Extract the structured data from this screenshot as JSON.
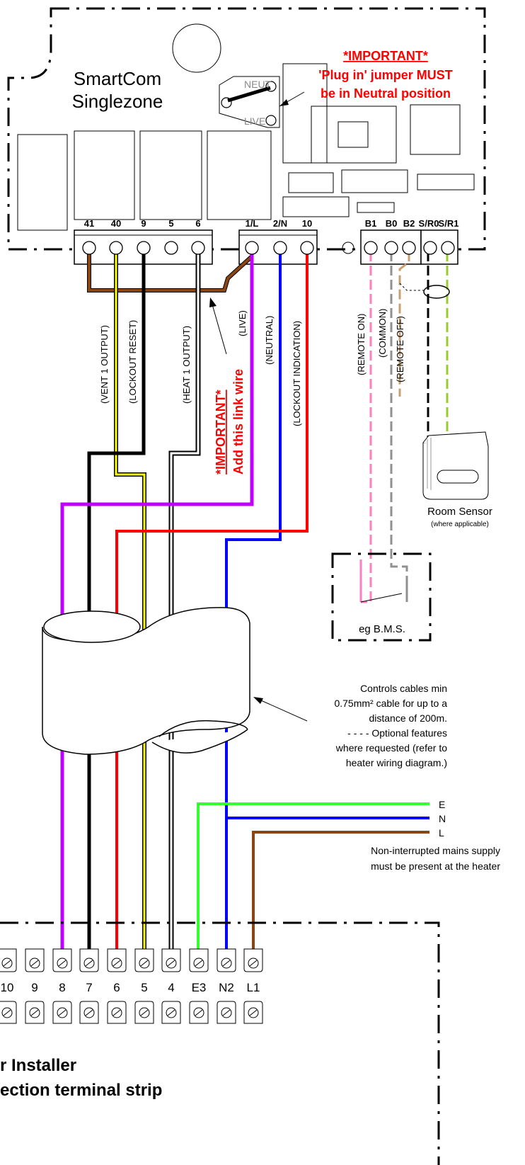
{
  "controller": {
    "name_line1": "SmartCom",
    "name_line2": "Singlezone",
    "jumper_neut": "NEUT",
    "jumper_live": "LIVE",
    "important_title": "*IMPORTANT*",
    "important_line1": "'Plug in' jumper MUST",
    "important_line2": "be in Neutral position",
    "terminals_left": [
      "41",
      "40",
      "9",
      "5",
      "6"
    ],
    "terminals_mid": [
      "1/L",
      "2/N",
      "10"
    ],
    "terminals_right": [
      "B1",
      "B0",
      "B2",
      "S/R0",
      "S/R1"
    ]
  },
  "wire_labels": {
    "vent1": "(VENT 1 OUTPUT)",
    "lockout_reset": "(LOCKOUT RESET)",
    "heat1": "(HEAT 1 OUTPUT)",
    "live": "(LIVE)",
    "neutral": "(NEUTRAL)",
    "lockout_indication": "(LOCKOUT INDICATION)",
    "remote_on": "(REMOTE ON)",
    "common": "(COMMON)",
    "remote_off": "(REMOTE OFF)"
  },
  "link_note": {
    "title": "*IMPORTANT*",
    "text": "Add this link wire"
  },
  "room_sensor": {
    "label": "Room Sensor",
    "sub": "(where applicable)"
  },
  "bms": {
    "label": "eg B.M.S."
  },
  "cable_note": {
    "line1": "Controls cables min",
    "line2": "0.75mm² cable for up to a",
    "line3": "distance of 200m.",
    "line4": "- - - - Optional features",
    "line5": "where requested (refer to",
    "line6": "heater wiring diagram.)"
  },
  "mains": {
    "e": "E",
    "n": "N",
    "l": "L",
    "note1": "Non-interrupted mains supply",
    "note2": "must be present at the heater"
  },
  "heater_strip": {
    "terminals": [
      "10",
      "9",
      "8",
      "7",
      "6",
      "5",
      "4",
      "E3",
      "N2",
      "L1"
    ],
    "title1": "r Installer",
    "title2": "ection terminal strip"
  },
  "colors": {
    "brown": "#8b4513",
    "yellow": "#ffff00",
    "black": "#000000",
    "white": "#ffffff",
    "purple": "#c000ff",
    "blue": "#0000ff",
    "red": "#ff0000",
    "pink": "#ff80c0",
    "grey": "#909090",
    "tan": "#c8a070",
    "green": "#33ff33",
    "olive": "#99cc33",
    "important": "#ff0000"
  }
}
